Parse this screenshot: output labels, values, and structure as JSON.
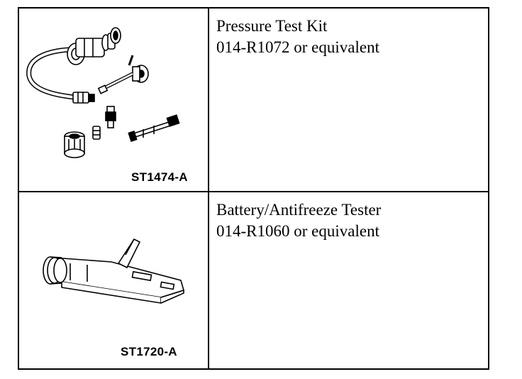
{
  "tools": [
    {
      "figure_id": "ST1474-A",
      "name": "Pressure Test Kit",
      "part_number": "014-R1072 or equivalent",
      "illustration_icon": "pressure-test-kit-icon"
    },
    {
      "figure_id": "ST1720-A",
      "name": "Battery/Antifreeze Tester",
      "part_number": "014-R1060 or equivalent",
      "illustration_icon": "battery-antifreeze-tester-icon"
    }
  ]
}
